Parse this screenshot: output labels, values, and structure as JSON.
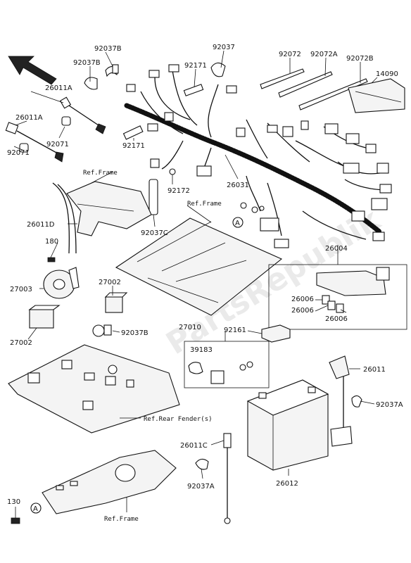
{
  "watermark": "PartsRepublik",
  "callouts": {
    "c92037B_top": "92037B",
    "c92037B_left": "92037B",
    "c92037_top": "92037",
    "c92171_top": "92171",
    "c92072": "92072",
    "c92072A": "92072A",
    "c92072B": "92072B",
    "c14090": "14090",
    "c26011A_top": "26011A",
    "c26011A_left": "26011A",
    "c92071_mid": "92071",
    "c92071_left": "92071",
    "c92171_mid": "92171",
    "c92172": "92172",
    "c26031": "26031",
    "c92037C": "92037C",
    "c26011D": "26011D",
    "c180": "180",
    "c27003": "27003",
    "c27002_mid": "27002",
    "c26004": "26004",
    "c26006_a": "26006",
    "c26006_b": "26006",
    "c26006_c": "26006",
    "c27002_left": "27002",
    "c92037B_mid": "92037B",
    "c27010": "27010",
    "c92161": "92161",
    "c39183": "39183",
    "c26011": "26011",
    "c92037A_right": "92037A",
    "c26011C": "26011C",
    "c26012": "26012",
    "c92037A_bottom": "92037A",
    "c130": "130",
    "refA_top": "A",
    "refA_bottom": "A"
  },
  "references": {
    "ref_frame_top": "Ref.Frame",
    "ref_frame_mid": "Ref.Frame",
    "ref_rear_fender": "Ref.Rear Fender(s)",
    "ref_frame_bottom": "Ref.Frame"
  }
}
